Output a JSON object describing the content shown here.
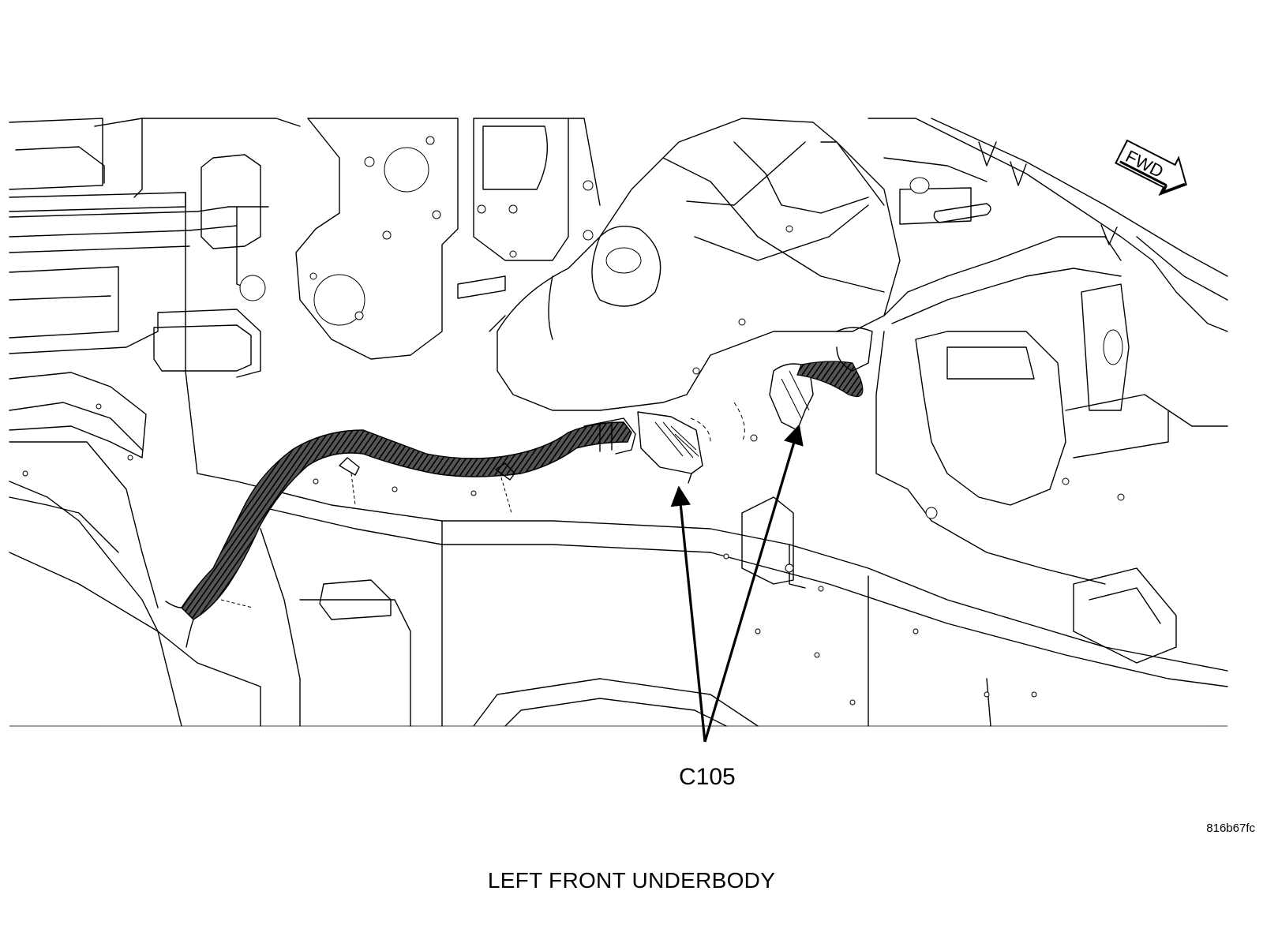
{
  "diagram": {
    "caption": "LEFT FRONT UNDERBODY",
    "callout": "C105",
    "direction_label": "FWD",
    "image_code": "816b67fc"
  },
  "colors": {
    "line": "#000000",
    "background": "#ffffff"
  }
}
